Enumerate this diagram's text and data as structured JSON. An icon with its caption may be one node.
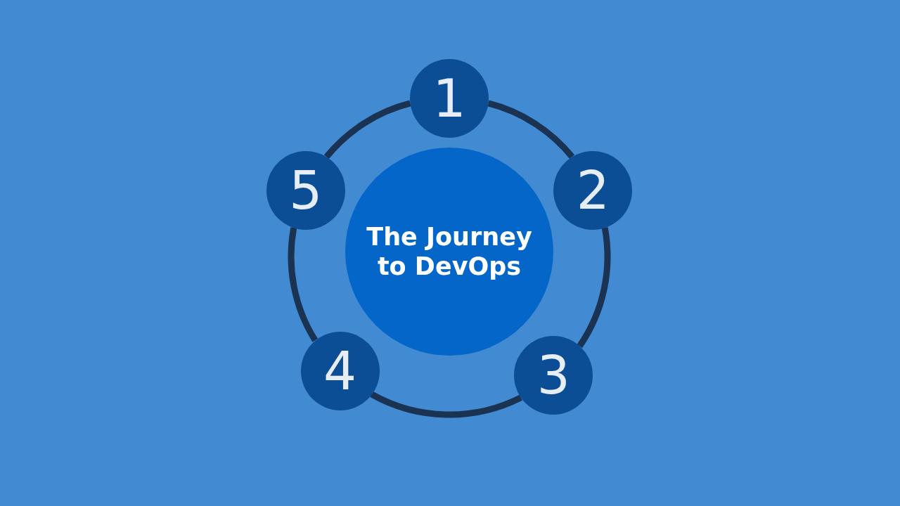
{
  "diagram": {
    "nodes": [
      {
        "text": [
          "The Journey to DevOps"
        ]
      },
      {
        "text": [
          "1"
        ]
      },
      {
        "text": [
          "2"
        ]
      },
      {
        "text": [
          "3"
        ]
      },
      {
        "text": [
          "4"
        ]
      },
      {
        "text": [
          "5"
        ]
      }
    ],
    "edges": [
      {
        "from": 1,
        "to": 2,
        "arrow": "none"
      },
      {
        "from": 2,
        "to": 3,
        "arrow": "none"
      },
      {
        "from": 3,
        "to": 4,
        "arrow": "none"
      },
      {
        "from": 4,
        "to": 5,
        "arrow": "none"
      },
      {
        "from": 5,
        "to": 1,
        "arrow": "none"
      }
    ]
  }
}
